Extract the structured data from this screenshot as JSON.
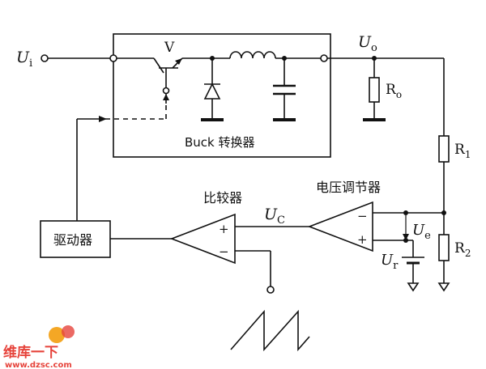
{
  "labels": {
    "ui_main": "U",
    "ui_sub": "i",
    "uo_main": "U",
    "uo_sub": "o",
    "transistor": "V",
    "ro_main": "R",
    "ro_sub": "o",
    "r1_main": "R",
    "r1_sub": "1",
    "r2_main": "R",
    "r2_sub": "2",
    "buck": "Buck 转换器",
    "comparator": "比较器",
    "regulator": "电压调节器",
    "driver": "驱动器",
    "uc_main": "U",
    "uc_sub": "C",
    "ue_main": "U",
    "ue_sub": "e",
    "ur_main": "U",
    "ur_sub": "r",
    "plus": "+",
    "minus": "−"
  },
  "watermark": {
    "brand": "维库一下",
    "url": "www.dzsc.com"
  },
  "colors": {
    "line": "#111111",
    "watermark_red": "#e2231a",
    "watermark_orange": "#f39800"
  }
}
